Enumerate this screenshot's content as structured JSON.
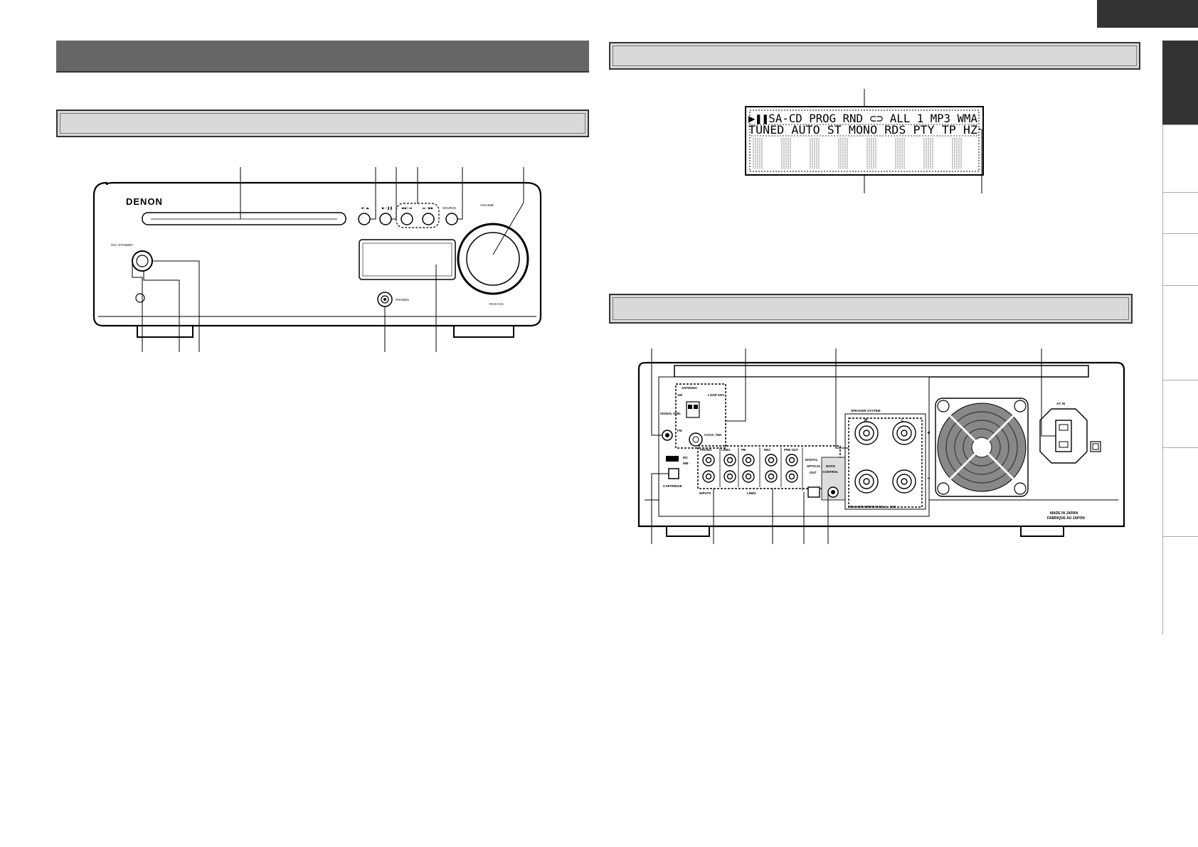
{
  "brand": "DENON",
  "front_panel": {
    "power_label": "ON / STANDBY",
    "stop_label": "■ / ⏏",
    "play_label": "▶ / ❚❚",
    "skip_back_label": "◀◀ / ◂◂",
    "skip_fwd_label": "▸▸ / ▶▶",
    "source_label": "SOURCE",
    "volume_label": "VOLUME",
    "phones_label": "PHONES",
    "model_label": "RCD-CX1"
  },
  "display": {
    "row1": "▶❚❚SA-CD PROG RND ⊂⊃  ALL 1  MP3 WMA",
    "row2": "TUNED AUTO  ST MONO RDS  PTY  TP   HZ"
  },
  "rear_panel": {
    "antenna_label": "ANTENNA",
    "am_label": "AM",
    "loop_label": "LOOP ANT.",
    "fm_label": "FM",
    "coax_label": "COAX. 75Ω",
    "signal_gnd_label": "SIGNAL GND.",
    "phono_label": "PHONO",
    "line1_label": "LINE1",
    "pb_label": "PB",
    "rec_label": "REC",
    "preout_label": "PRE OUT",
    "line2_label": "LINE2",
    "inputs_label": "INPUTS",
    "digital_label": "DIGITAL",
    "optical_label": "OPTICAL",
    "out_label": "OUT",
    "dock_label": "DOCK",
    "control_label": "CONTROL",
    "speaker_system_label": "SPEAKER SYSTEM",
    "speaker_impedance_label": "SPEAKER IMPEDANCE 4 ~ 16Ω",
    "cartridge_label": "CARTRIDGE",
    "mc_label": "MC",
    "mm_label": "MM",
    "ac_in_label": "AC IN",
    "made_in_label": "MADE IN JAPAN",
    "fabrique_label": "FABRIQUE AU JAPON",
    "r_marker": "R",
    "l_marker": "L",
    "plus_marker": "+",
    "minus_marker": "−"
  }
}
